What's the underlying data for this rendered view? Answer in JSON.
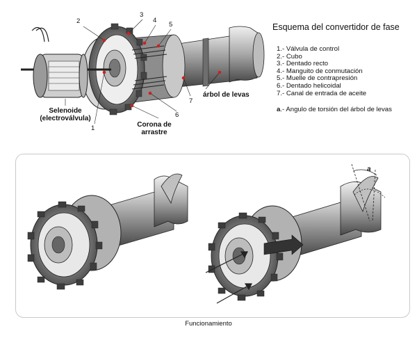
{
  "title": "Esquema del convertidor de fase",
  "legend": [
    "1.- Válvula de control",
    "2.- Cubo",
    "3.- Dentado recto",
    "4.- Manguito de conmutación",
    "5.- Muelle de contrapresión",
    "6.- Dentado helicoidal",
    "7.- Canal de entrada de aceite"
  ],
  "note": {
    "key": "a",
    "text": ".- Angulo de torsión del árbol de levas"
  },
  "top_diagram": {
    "callouts": [
      "1",
      "2",
      "3",
      "4",
      "5",
      "6",
      "7"
    ],
    "label_camshaft": "árbol de levas",
    "label_solenoid_1": "Selenoide",
    "label_solenoid_2": "(electroválvula)",
    "label_crown_1": "Corona de",
    "label_crown_2": "arrastre"
  },
  "bottom_panel": {
    "angle_label": "a",
    "caption": "Funcionamiento"
  },
  "colors": {
    "callout_dot": "#d21f1f",
    "panel_border": "#c9c9c9"
  }
}
